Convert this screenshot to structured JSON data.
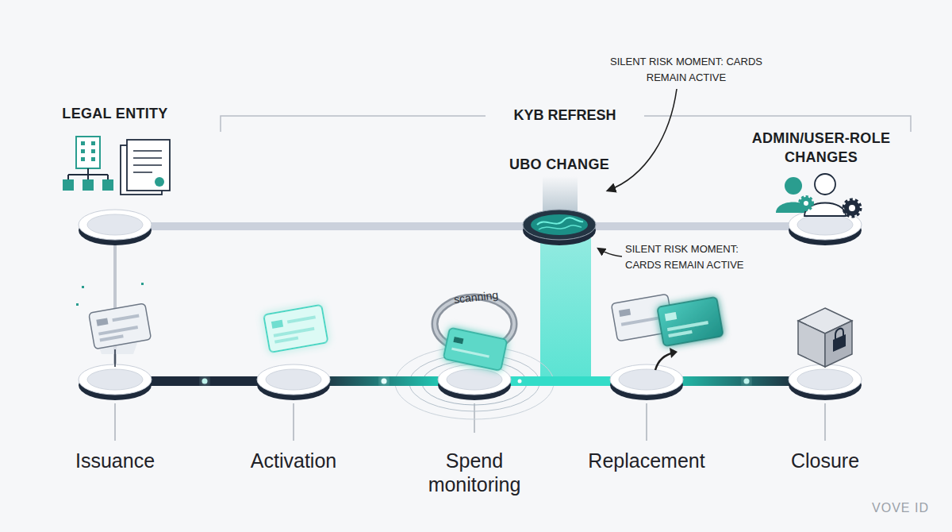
{
  "diagram": {
    "nodes": [
      {
        "text": [
          "LEGAL ENTITY"
        ]
      },
      {
        "text": [
          "UBO CHANGE"
        ]
      },
      {
        "text": [
          "ADMIN/USER-ROLE CHANGES"
        ]
      },
      {
        "text": [
          "Issuance"
        ]
      },
      {
        "text": [
          "Activation"
        ]
      },
      {
        "text": [
          "Spend monitoring"
        ]
      },
      {
        "text": [
          "Replacement"
        ]
      },
      {
        "text": [
          "Closure"
        ]
      }
    ],
    "edges": [
      {
        "from": 0,
        "to": 1,
        "arrow": "none"
      },
      {
        "from": 1,
        "to": 2,
        "arrow": "none"
      },
      {
        "from": 0,
        "to": 3,
        "arrow": "none"
      },
      {
        "from": 3,
        "to": 4,
        "arrow": "none"
      },
      {
        "from": 4,
        "to": 5,
        "arrow": "none"
      },
      {
        "from": 5,
        "to": 6,
        "arrow": "none"
      },
      {
        "from": 6,
        "to": 7,
        "arrow": "none"
      }
    ],
    "labels": [
      "SILENT RISK MOMENT: CARDS REMAIN ACTIVE",
      "KYB REFRESH",
      "SILENT RISK MOMENT: CARDS REMAIN ACTIVE",
      "scanning",
      "VOVE ID"
    ]
  }
}
